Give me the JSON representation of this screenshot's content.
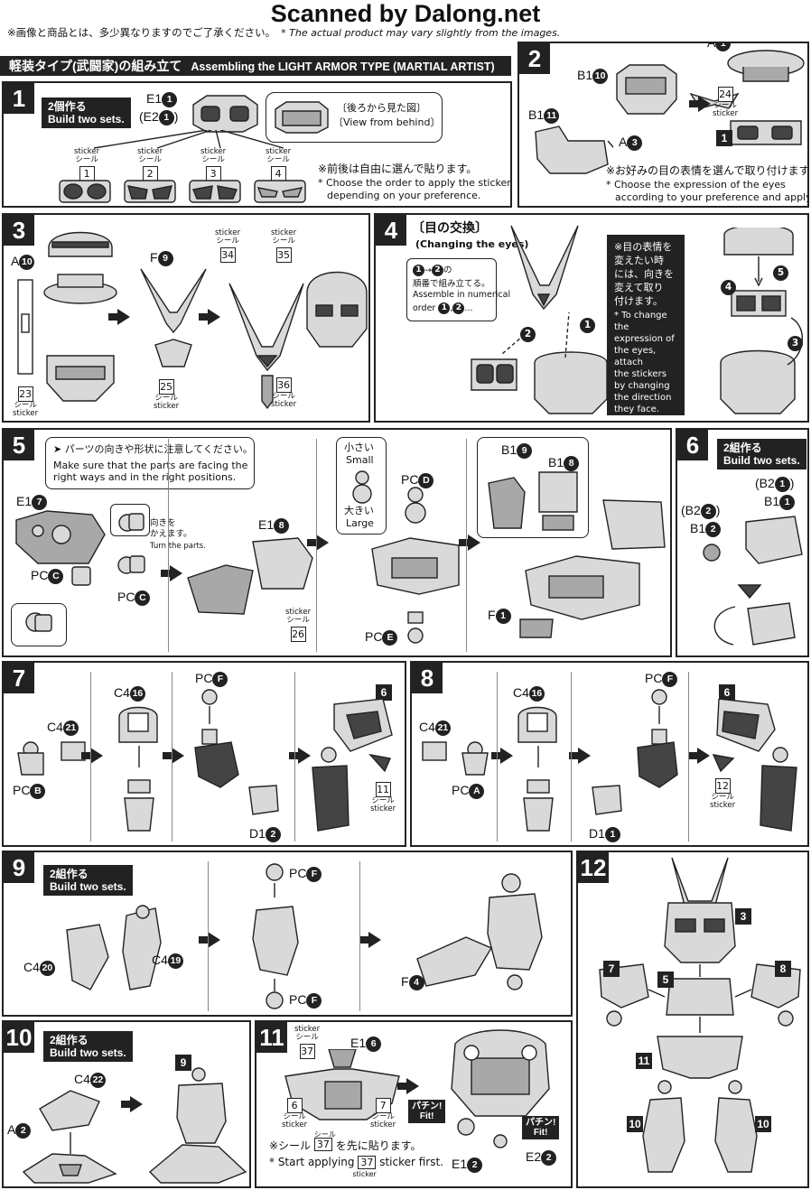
{
  "watermark": "Scanned by Dalong.net",
  "notice": {
    "ja": "※画像と商品とは、多少異なりますのでご了承ください。",
    "en": "* The actual product may vary slightly from the images."
  },
  "title": {
    "ja": "軽装タイプ(武闘家)の組み立て",
    "en": "Assembling the LIGHT ARMOR TYPE (MARTIAL ARTIST)"
  },
  "common": {
    "build_two_ja": "2個作る",
    "build_two_ja2": "2組作る",
    "build_two_en": "Build two sets.",
    "sticker_en": "sticker",
    "sticker_ja": "シール"
  },
  "steps": [
    "1",
    "2",
    "3",
    "4",
    "5",
    "6",
    "7",
    "8",
    "9",
    "10",
    "11",
    "12"
  ],
  "step1": {
    "parts": [
      "E1",
      "E2"
    ],
    "part_nums": [
      "1",
      "1"
    ],
    "view_ja": "〔後ろから見た図〕",
    "view_en": "〔View from behind〕",
    "stickers": [
      "1",
      "2",
      "3",
      "4"
    ],
    "note_ja": "※前後は自由に選んで貼ります。",
    "note_en1": "* Choose the order to apply the stickers",
    "note_en2": "depending on your preference."
  },
  "step2": {
    "parts": [
      "A",
      "B1",
      "B1",
      "A"
    ],
    "part_nums": [
      "1",
      "10",
      "11",
      "3"
    ],
    "sticker": "24",
    "ref": "1",
    "note_ja": "※お好みの目の表情を選んで取り付けます。",
    "note_en1": "* Choose the expression of the eyes",
    "note_en2": "according to your preference and apply."
  },
  "step3": {
    "parts": [
      "A",
      "F"
    ],
    "part_nums": [
      "10",
      "9"
    ],
    "stickers": [
      "23",
      "25",
      "34",
      "35",
      "36"
    ]
  },
  "step4": {
    "title_ja": "〔目の交換〕",
    "title_en": "(Changing the eyes)",
    "order_n1": "1",
    "order_n2": "2",
    "order_ja1": "の",
    "order_ja2": "順番で組み立てる。",
    "order_en1": "Assemble in numerical",
    "order_en2": "order",
    "order_sep": ",",
    "order_end": "...",
    "nums": [
      "1",
      "2",
      "3",
      "4",
      "5"
    ],
    "panel_ja": [
      "※目の表情を",
      "変えたい時",
      "には、向きを",
      "変えて取り",
      "付けます。"
    ],
    "panel_en": [
      "* To change the",
      "expression of",
      "the eyes, attach",
      "the stickers",
      "by changing",
      "the direction",
      "they face."
    ]
  },
  "step5": {
    "warn_ja": "パーツの向きや形状に注意してください。",
    "warn_en1": "Make sure that the parts are facing the",
    "warn_en2": "right ways and in the right positions.",
    "turn_ja1": "向きを",
    "turn_ja2": "かえます。",
    "turn_en": "Turn the parts.",
    "small_ja": "小さい",
    "small_en": "Small",
    "large_ja": "大きい",
    "large_en": "Large",
    "parts": [
      "E1",
      "PC",
      "PC",
      "E1",
      "PC",
      "PC",
      "F",
      "B1",
      "B1"
    ],
    "part_nums": [
      "7",
      "C",
      "C",
      "8",
      "D",
      "E",
      "1",
      "9",
      "8"
    ],
    "sticker": "26"
  },
  "step6": {
    "parts": [
      "B2",
      "B1",
      "B2",
      "B1"
    ],
    "part_nums": [
      "1",
      "1",
      "2",
      "2"
    ]
  },
  "step7": {
    "parts": [
      "C4",
      "C4",
      "PC",
      "PC",
      "D1"
    ],
    "part_nums": [
      "16",
      "21",
      "B",
      "F",
      "2"
    ],
    "ref": "6",
    "sticker": "11"
  },
  "step8": {
    "parts": [
      "C4",
      "C4",
      "PC",
      "PC",
      "D1"
    ],
    "part_nums": [
      "16",
      "21",
      "A",
      "F",
      "1"
    ],
    "ref": "6",
    "sticker": "12"
  },
  "step9": {
    "parts": [
      "C4",
      "C4",
      "PC",
      "PC",
      "F"
    ],
    "part_nums": [
      "20",
      "19",
      "F",
      "F",
      "4"
    ]
  },
  "step10": {
    "parts": [
      "C4",
      "A"
    ],
    "part_nums": [
      "22",
      "2"
    ],
    "ref": "9"
  },
  "step11": {
    "parts": [
      "E1",
      "E1",
      "E2"
    ],
    "part_nums": [
      "6",
      "2",
      "2"
    ],
    "stickers": [
      "37",
      "6",
      "7"
    ],
    "fit_ja": "パチン!",
    "fit_en": "Fit!",
    "note_ja1": "※シール",
    "note_ja2": "を先に貼ります。",
    "note_en1": "* Start applying",
    "note_en2": "sticker first."
  },
  "step12": {
    "refs": [
      "3",
      "7",
      "5",
      "8",
      "11",
      "10",
      "10"
    ]
  }
}
